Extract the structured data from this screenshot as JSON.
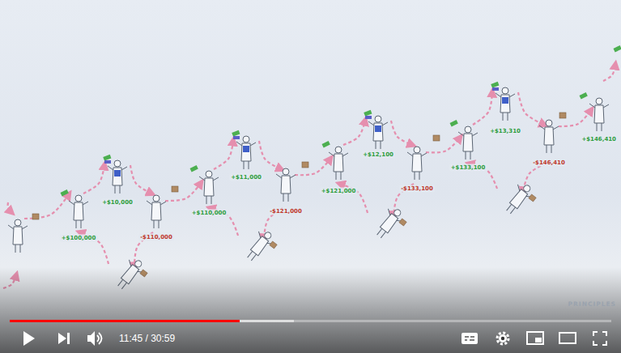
{
  "diagram": {
    "labels": [
      "+$100,000",
      "+$10,000",
      "-$110,000",
      "+$110,000",
      "+$11,000",
      "-$121,000",
      "+$121,000",
      "+$12,100",
      "-$133,100",
      "+$133,100",
      "+$13,310",
      "-$146,410",
      "+$146,410",
      "PRINCIPLES",
      "11:45 / 30:59"
    ]
  }
}
